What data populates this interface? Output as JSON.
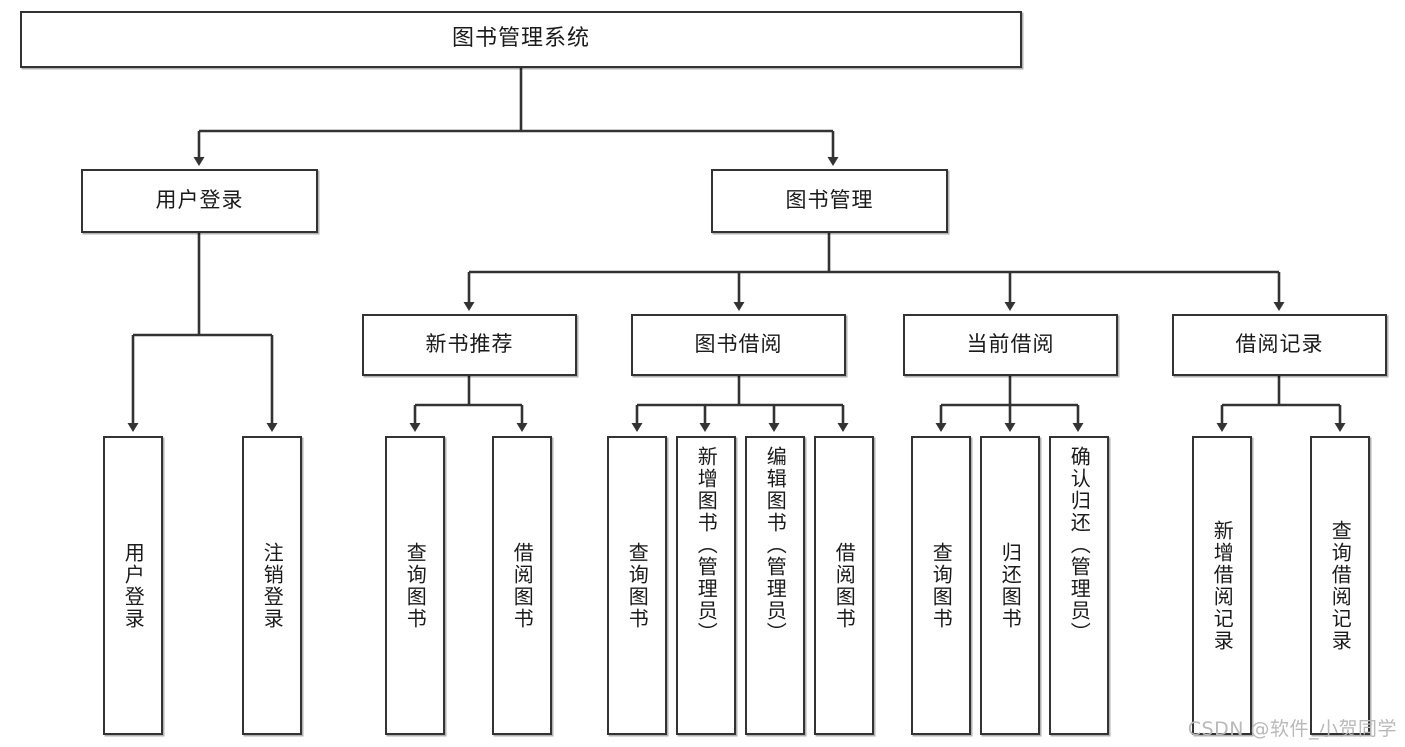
{
  "diagram": {
    "type": "tree-hierarchy",
    "title": "图书管理系统",
    "root": {
      "id": "root",
      "label": "图书管理系统"
    },
    "level2": [
      {
        "id": "user-login",
        "label": "用户登录"
      },
      {
        "id": "book-manage",
        "label": "图书管理"
      }
    ],
    "level3": [
      {
        "id": "new-book-recommend",
        "label": "新书推荐"
      },
      {
        "id": "book-borrow",
        "label": "图书借阅"
      },
      {
        "id": "current-borrow",
        "label": "当前借阅"
      },
      {
        "id": "borrow-record",
        "label": "借阅记录"
      }
    ],
    "leaves": {
      "user_login": [
        {
          "id": "leaf-user-login",
          "label": "用户登录"
        },
        {
          "id": "leaf-user-logout",
          "label": "注销登录"
        }
      ],
      "new_book_recommend": [
        {
          "id": "leaf-query-book-1",
          "label": "查询图书"
        },
        {
          "id": "leaf-borrow-book-1",
          "label": "借阅图书"
        }
      ],
      "book_borrow": [
        {
          "id": "leaf-query-book-2",
          "label": "查询图书"
        },
        {
          "id": "leaf-add-book",
          "label": "新增图书（管理员）"
        },
        {
          "id": "leaf-edit-book",
          "label": "编辑图书（管理员）"
        },
        {
          "id": "leaf-borrow-book-2",
          "label": "借阅图书"
        }
      ],
      "current_borrow": [
        {
          "id": "leaf-query-book-3",
          "label": "查询图书"
        },
        {
          "id": "leaf-return-book",
          "label": "归还图书"
        },
        {
          "id": "leaf-confirm-return",
          "label": "确认归还（管理员）"
        }
      ],
      "borrow_record": [
        {
          "id": "leaf-add-record",
          "label": "新增借阅记录"
        },
        {
          "id": "leaf-query-record",
          "label": "查询借阅记录"
        }
      ]
    }
  },
  "watermark": {
    "text": "CSDN @软件_小贺同学"
  },
  "colors": {
    "box_border": "#333333",
    "box_fill": "#ffffff",
    "line": "#333333",
    "text": "#1a1a1a",
    "watermark": "#b9b9b9",
    "background": "#ffffff"
  }
}
